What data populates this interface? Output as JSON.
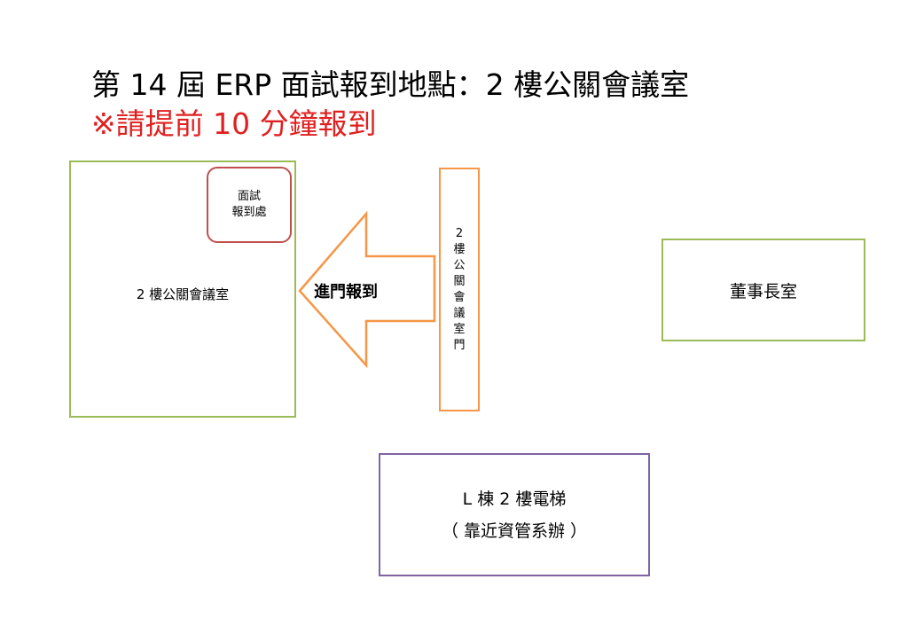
{
  "header": {
    "title": "第 14 屆 ERP 面試報到地點：2 樓公關會議室",
    "notice": "※請提前 10 分鐘報到",
    "notice_color": "#e02020"
  },
  "diagram": {
    "meeting_room": {
      "label": "2 樓公關會議室"
    },
    "checkin_desk": {
      "line1": "面試",
      "line2": "報到處"
    },
    "arrow": {
      "label": "進門報到"
    },
    "door": {
      "chars": [
        "2",
        "樓",
        "公",
        "關",
        "會",
        "議",
        "室",
        "門"
      ]
    },
    "chairman_office": {
      "label": "董事長室"
    },
    "elevator": {
      "line1": "L 棟 2 樓電梯",
      "line2": "（ 靠近資管系辦 ）"
    }
  }
}
